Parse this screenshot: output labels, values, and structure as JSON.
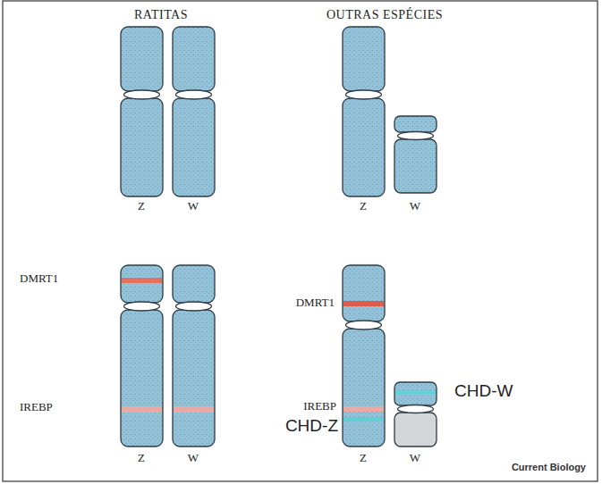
{
  "diagram": {
    "labels": [
      "RATITAS",
      "OUTRAS ESPÉCIES",
      "Z",
      "W",
      "Z",
      "W",
      "DMRT1",
      "IREBP",
      "Z",
      "W",
      "DMRT1",
      "CHD-W",
      "IREBP",
      "CHD-Z",
      "Z",
      "W",
      "Current Biology"
    ]
  }
}
